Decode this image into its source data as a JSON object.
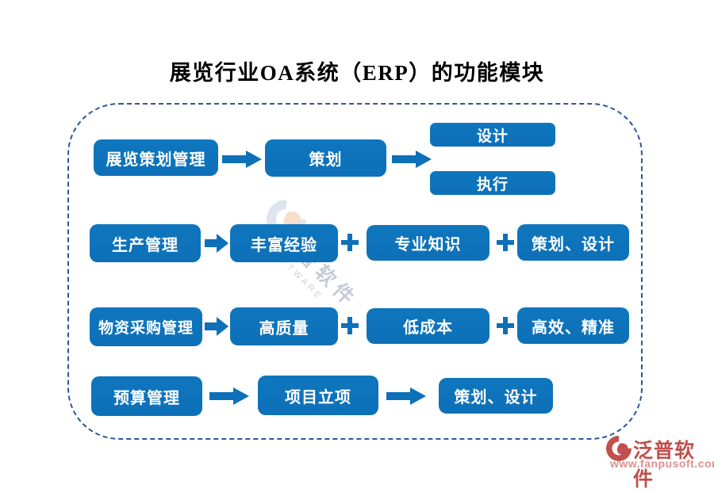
{
  "title": "展览行业OA系统（ERP）的功能模块",
  "flows": {
    "row1": {
      "source": "展览策划管理",
      "stage": "策划",
      "outputs": [
        "设计",
        "执行"
      ]
    },
    "row2": {
      "source": "生产管理",
      "factors": [
        "丰富经验",
        "专业知识",
        "策划、设计"
      ]
    },
    "row3": {
      "source": "物资采购管理",
      "factors": [
        "高质量",
        "低成本",
        "高效、精准"
      ]
    },
    "row4": {
      "source": "预算管理",
      "stage": "项目立项",
      "output": "策划、设计"
    }
  },
  "watermark": {
    "brand": "泛普软件",
    "subtitle": "SOFTWARE"
  },
  "footer_brand": {
    "name": "泛普软件",
    "website": "www.fanpusoft.com"
  },
  "colors": {
    "box": "#0d70b8",
    "border": "#2b579a",
    "brand_red": "#c0504d",
    "brand_link": "#d9918f"
  }
}
